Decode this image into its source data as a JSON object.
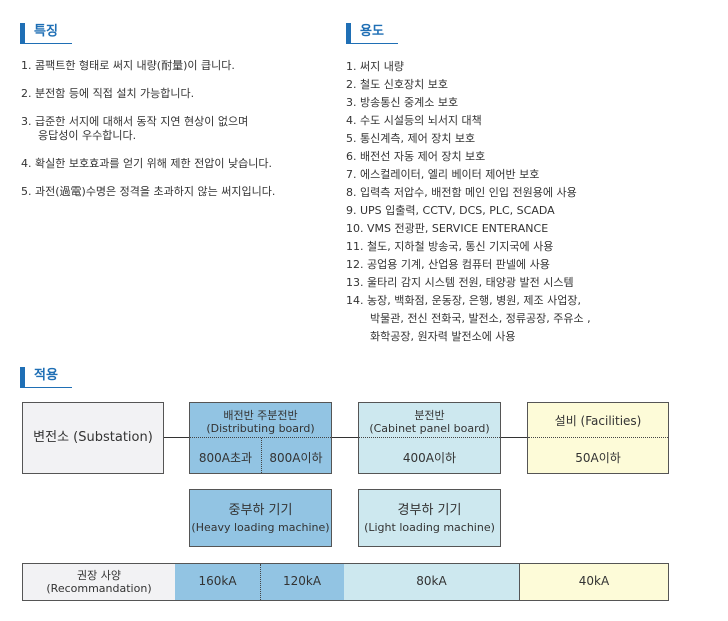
{
  "features": {
    "title": "특징",
    "items": [
      "1. 콤팩트한 형태로 써지 내량(耐量)이 큽니다.",
      "2. 분전함 등에 직접 설치 가능합니다.",
      "3. 급준한 서지에 대해서 동작 지연 현상이 없으며",
      "응답성이 우수합니다.",
      "4. 확실한 보호효과를 얻기 위해 제한 전압이 낮습니다.",
      "5. 과전(過電)수명은 정격을 초과하지 않는 써지입니다."
    ]
  },
  "uses": {
    "title": "용도",
    "items": [
      "1. 써지 내량",
      "2. 철도 신호장치 보호",
      "3. 방송통신 중계소 보호",
      "4. 수도 시설등의 뇌서지 대책",
      "5. 통신계측, 제어 장치 보호",
      "6. 배전선 자동 제어 장치 보호",
      "7. 에스컬레이터, 엘리 베이터 제어반 보호",
      "8. 입력측 저압수, 배전함 메인 인입 전원용에 사용",
      "9. UPS 입출력, CCTV, DCS, PLC, SCADA",
      "10. VMS 전광판, SERVICE ENTERANCE",
      "11. 철도, 지하철 방송국, 통신 기지국에 사용",
      "12. 공업용 기계, 산업용 컴퓨터 판넬에 사용",
      "13. 울타리 감지 시스템 전원, 태양광 발전 시스템",
      "14. 농장, 백화점, 운동장, 은행, 병원, 제조 사업장,",
      "박물관, 전신 전화국, 발전소, 정류공장, 주유소 ,",
      "화학공장, 원자력 발전소에 사용"
    ]
  },
  "application": {
    "title": "적용",
    "substation": "변전소 (Substation)",
    "distributing": {
      "ko": "배전반 주분전반",
      "en": "(Distributing board)",
      "a": "800A초과",
      "b": "800A이하"
    },
    "cabinet": {
      "ko": "분전반",
      "en": "(Cabinet panel board)",
      "a": "400A이하"
    },
    "facilities": {
      "ko": "설비 (Facilities)",
      "a": "50A이하"
    },
    "heavy": {
      "ko": "중부하 기기",
      "en": "(Heavy loading machine)"
    },
    "light": {
      "ko": "경부하 기기",
      "en": "(Light loading machine)"
    },
    "rec": {
      "ko": "권장 사양",
      "en": "(Recommandation)",
      "v1": "160kA",
      "v2": "120kA",
      "v3": "80kA",
      "v4": "40kA"
    }
  },
  "colors": {
    "accent": "#1f6fb5",
    "dark_blue": "#92c4e3",
    "light_blue": "#cde8ef",
    "yellow": "#fdfbd8",
    "gray": "#f2f2f4"
  }
}
